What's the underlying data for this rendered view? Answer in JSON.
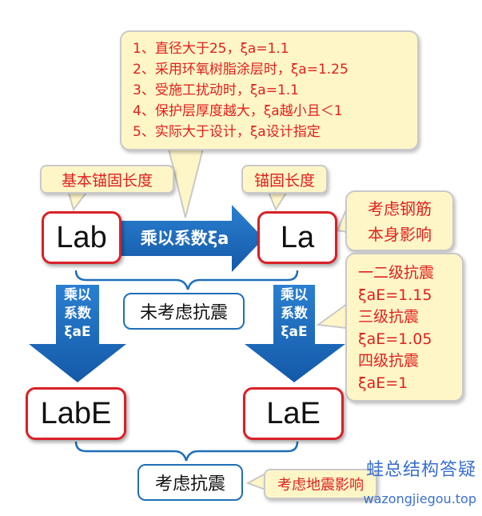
{
  "top_callout": {
    "lines": [
      "1、直径大于25，ξa=1.1",
      "2、采用环氧树脂涂层时，ξa=1.25",
      "3、受施工扰动时，ξa=1.1",
      "4、保护层厚度越大，ξa越小且＜1",
      "5、实际大于设计，ξa设计指定"
    ]
  },
  "basic_anchor_label": "基本锚固长度",
  "anchor_label": "锚固长度",
  "steel_callout": {
    "line1": "考虑钢筋",
    "line2": "本身影响"
  },
  "lab": "Lab",
  "la": "La",
  "arrow_horizontal": "乘以系数ξa",
  "no_seismic": "未考虑抗震",
  "arrow_left": {
    "line1": "乘以",
    "line2": "系数",
    "line3": "ξaE"
  },
  "arrow_right": {
    "line1": "乘以",
    "line2": "系数",
    "line3": "ξaE"
  },
  "seismic_callout": {
    "lines": [
      "一二级抗震",
      "ξaE=1.15",
      "三级抗震",
      "ξaE=1.05",
      "四级抗震",
      "ξaE=1"
    ]
  },
  "labe": "LabE",
  "lae": "LaE",
  "seismic": "考虑抗震",
  "seismic_effect_callout": "考虑地震影响",
  "watermark": {
    "name": "蛙总结构答疑",
    "url": "wazongjiegou.top"
  },
  "colors": {
    "blue": "#1a64b4",
    "red": "#d92027",
    "yellow": "#fff6c8",
    "callout_text": "#e0201c"
  }
}
